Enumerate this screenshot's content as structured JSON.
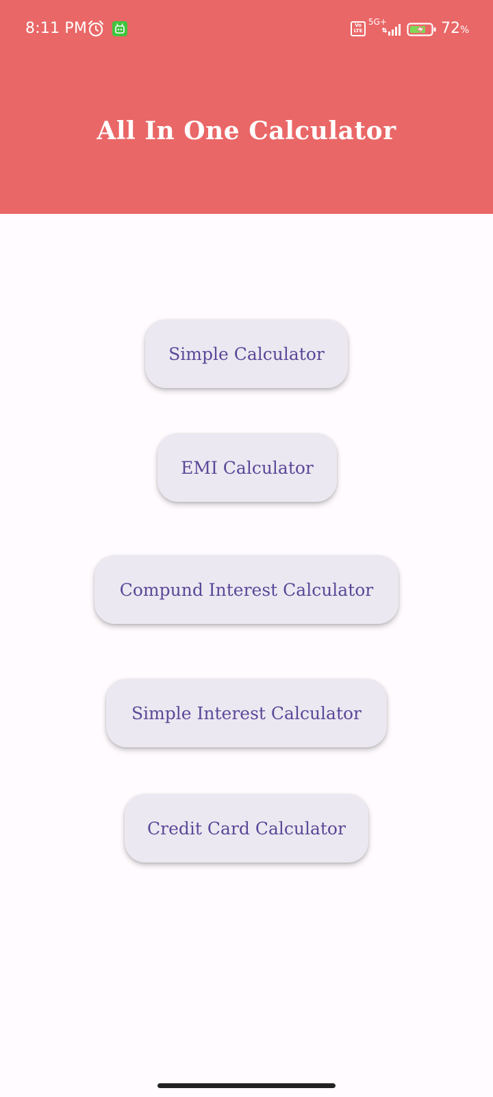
{
  "status_bar": {
    "time": "8:11 PM",
    "volte": "Vo LTE",
    "network": "5G+",
    "battery_percent": "72",
    "battery_unit": "%",
    "icons": [
      "alarm-icon",
      "app-notification-icon",
      "volte-icon",
      "signal-icon",
      "battery-charging-icon"
    ]
  },
  "header": {
    "title": "All In One Calculator",
    "background_color": "#ea6767"
  },
  "buttons": [
    {
      "label": "Simple Calculator"
    },
    {
      "label": "EMI Calculator"
    },
    {
      "label": "Compund Interest Calculator"
    },
    {
      "label": "Simple Interest Calculator"
    },
    {
      "label": "Credit Card Calculator"
    }
  ],
  "colors": {
    "button_background": "#ece8f1",
    "button_text": "#5a4898",
    "page_background": "#fffbfe"
  }
}
